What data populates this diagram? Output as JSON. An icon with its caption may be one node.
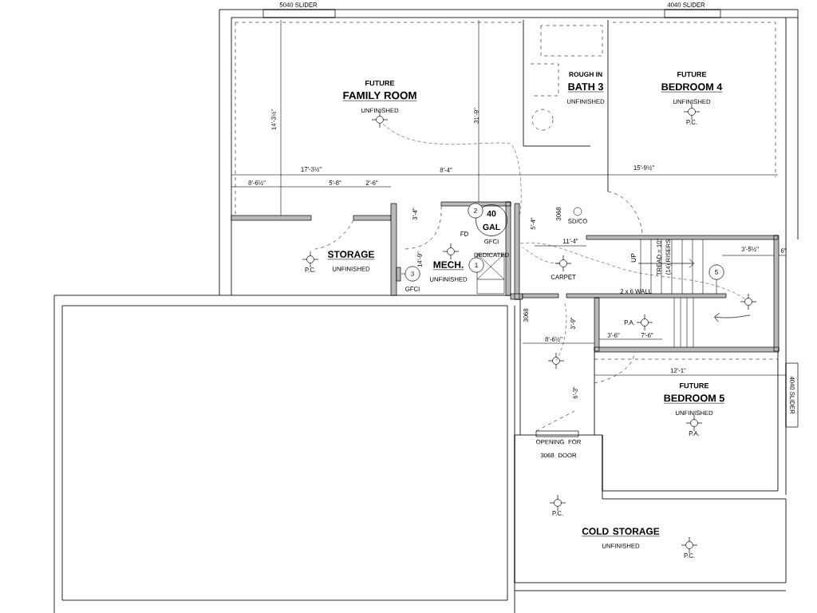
{
  "diagram": {
    "nodes": [
      {
        "text": [
          "FUTURE",
          "FAMILY ROOM",
          "UNFINISHED"
        ]
      },
      {
        "text": [
          "ROUGH IN",
          "BATH 3",
          "UNFINISHED"
        ]
      },
      {
        "text": [
          "FUTURE",
          "BEDROOM 4",
          "UNFINISHED"
        ]
      },
      {
        "text": [
          "STORAGE",
          "UNFINISHED"
        ]
      },
      {
        "text": [
          "40 GAL"
        ],
        "beside": [
          "2"
        ]
      },
      {
        "text": [
          "MECH.",
          "UNFINISHED"
        ]
      },
      {
        "text": [
          "FUTURE",
          "BEDROOM 5",
          "UNFINISHED"
        ]
      },
      {
        "text": [
          "COLD STORAGE",
          "UNFINISHED"
        ]
      }
    ],
    "labels": [
      "5040 SLIDER",
      "4040 SLIDER",
      "14'-3½\"",
      "31'-9\"",
      "17'-3½\"",
      "8'-4\"",
      "15'-9½\"",
      "8'-6½\"",
      "5'-8\"",
      "2'-6\"",
      "3'-4\"",
      "FD",
      "GFCI DEDICATED",
      "3068",
      "SD/CO",
      "5'-4\"",
      "11'-4\"",
      "3'-5½\"",
      "6\"",
      "UP",
      "TREAD = 10\"",
      "(14) RISERS",
      "5",
      "CARPET",
      "P.C.",
      "1",
      "3",
      "GFCI",
      "14'-9\"",
      "P.C.",
      "2 x 6 WALL",
      "P.A.",
      "3068",
      "3'-9\"",
      "8'-6½\"",
      "3'-6\"",
      "7'-6\"",
      "12'-1\"",
      "6'-3\"",
      "4040 SLIDER",
      "P.A.",
      "OPENING FOR 3068 DOOR",
      "P.C.",
      "P.C."
    ]
  }
}
